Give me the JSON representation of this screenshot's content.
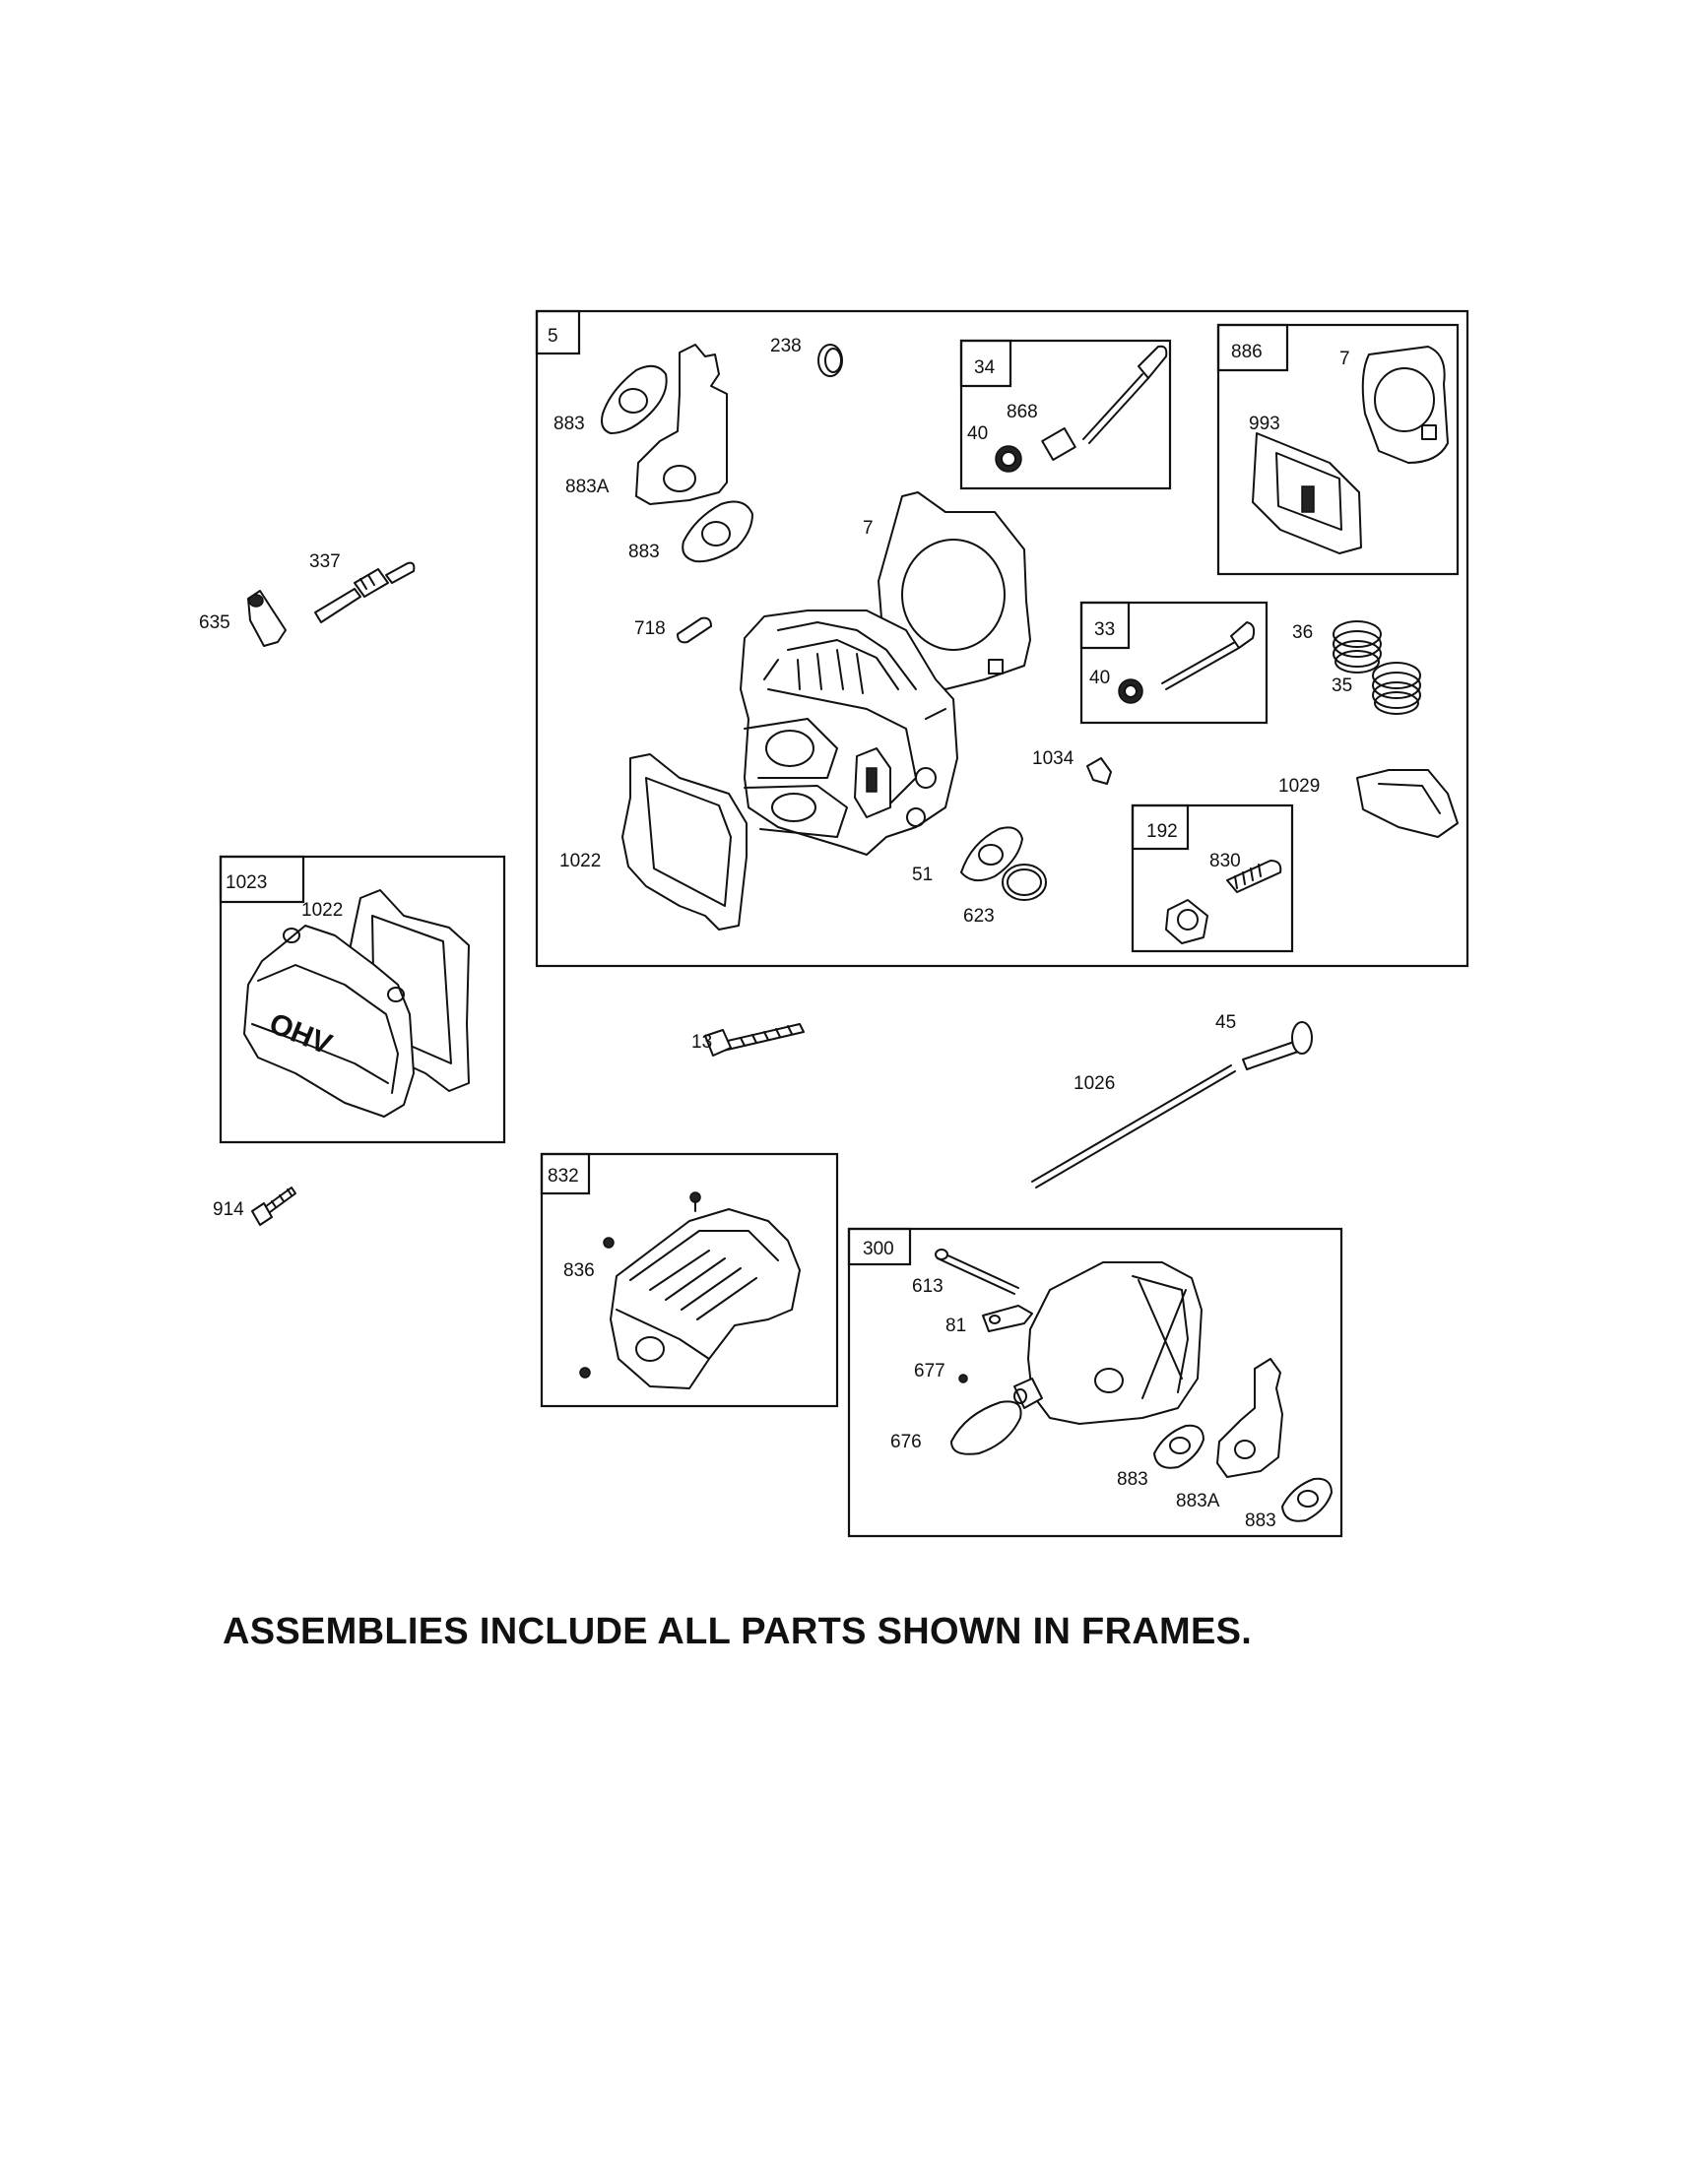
{
  "caption": "ASSEMBLIES INCLUDE ALL PARTS SHOWN IN FRAMES.",
  "frames": {
    "f5": "5",
    "f34": "34",
    "f886": "886",
    "f33": "33",
    "f192": "192",
    "f1023": "1023",
    "f832": "832",
    "f300": "300"
  },
  "labels": {
    "l238": "238",
    "l883a": "883",
    "l883A1": "883A",
    "l883b": "883",
    "l868": "868",
    "l40a": "40",
    "l7a": "7",
    "l993": "993",
    "l7b": "7",
    "l337": "337",
    "l635": "635",
    "l718": "718",
    "l36": "36",
    "l35": "35",
    "l40b": "40",
    "l1034": "1034",
    "l1029": "1029",
    "l1022a": "1022",
    "l51": "51",
    "l623": "623",
    "l830": "830",
    "l1022b": "1022",
    "l13": "13",
    "l45": "45",
    "l1026": "1026",
    "l914": "914",
    "l836": "836",
    "l613": "613",
    "l81": "81",
    "l677": "677",
    "l676": "676",
    "l883c": "883",
    "l883A2": "883A",
    "l883d": "883"
  },
  "cover_logo": "OHV"
}
